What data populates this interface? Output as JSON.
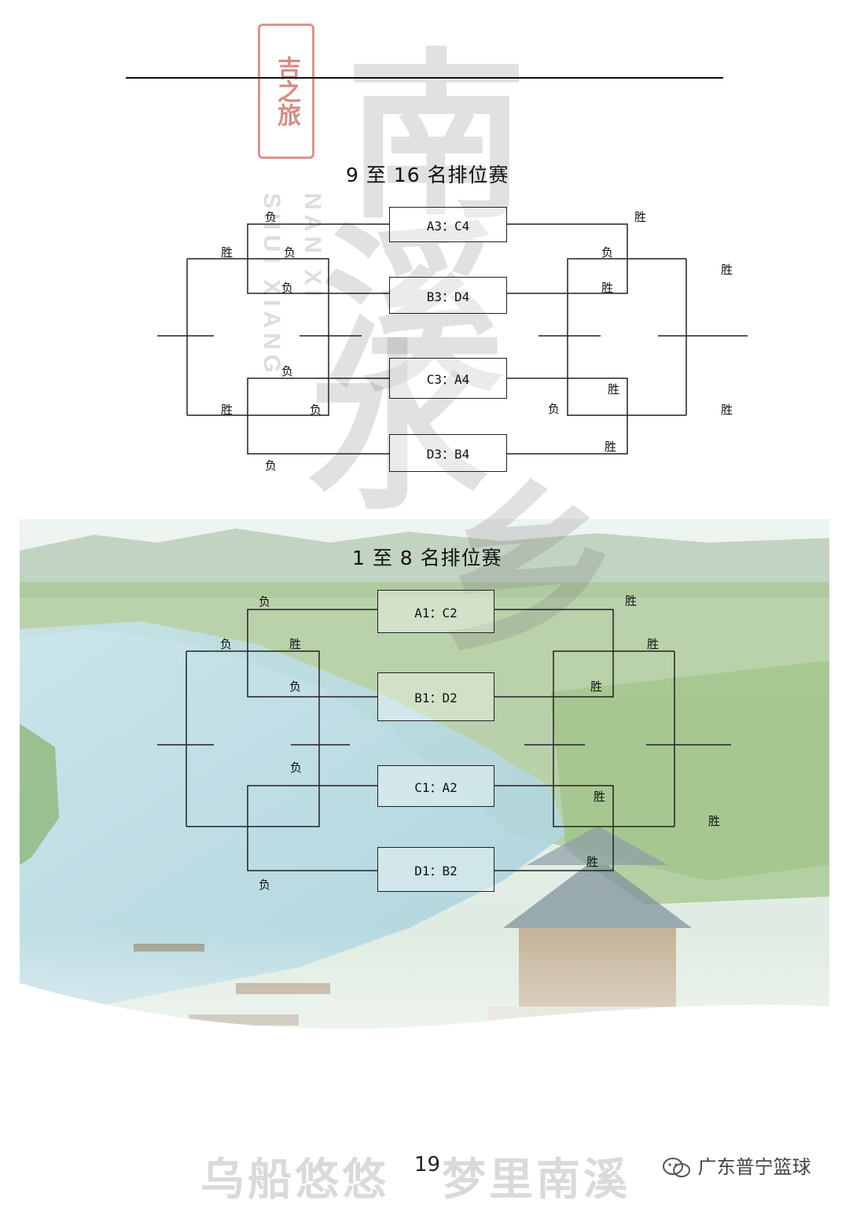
{
  "brand": {
    "seal_text": "吉之旅",
    "calligraphy": [
      "南",
      "溪",
      "水",
      "乡"
    ],
    "pinyin": [
      "NAN XI",
      "SHUI XIANG"
    ]
  },
  "top_section": {
    "title": "9 至 16 名排位赛",
    "matches": [
      "A3：C4",
      "B3：D4",
      "C3：A4",
      "D3：B4"
    ],
    "labels": {
      "l_fu_top": "负",
      "l_sheng_outer_top": "胜",
      "l_fu_inner_1": "负",
      "l_fu_inner_2": "负",
      "l_fu_inner_3": "负",
      "l_sheng_outer_bot": "胜",
      "l_fu_inner_4": "负",
      "l_fu_bottom": "负",
      "r_sheng_top": "胜",
      "r_fu_1": "负",
      "r_sheng_1": "胜",
      "r_sheng_far_top": "胜",
      "r_sheng_2": "胜",
      "r_fu_2": "负",
      "r_sheng_far_bot": "胜",
      "r_sheng_bottom": "胜"
    }
  },
  "bottom_section": {
    "title": "1 至 8 名排位赛",
    "matches": [
      "A1：C2",
      "B1：D2",
      "C1：A2",
      "D1：B2"
    ],
    "labels": {
      "l_fu_top": "负",
      "l_fu_outer": "负",
      "l_sheng_inner": "胜",
      "l_fu_inner_1": "负",
      "l_fu_inner_2": "负",
      "l_fu_bottom": "负",
      "r_sheng_top": "胜",
      "r_sheng_outer": "胜",
      "r_sheng_1": "胜",
      "r_sheng_2": "胜",
      "r_sheng_far": "胜",
      "r_sheng_bottom": "胜"
    }
  },
  "footer": {
    "slogan_left": "乌船悠悠",
    "page_number": "19",
    "slogan_right": "梦里南溪",
    "wechat_account": "广东普宁篮球"
  },
  "colors": {
    "line": "#222222",
    "seal": "#be3c32",
    "water": "#bfe0ea",
    "vegetation": "#9cc08a"
  }
}
